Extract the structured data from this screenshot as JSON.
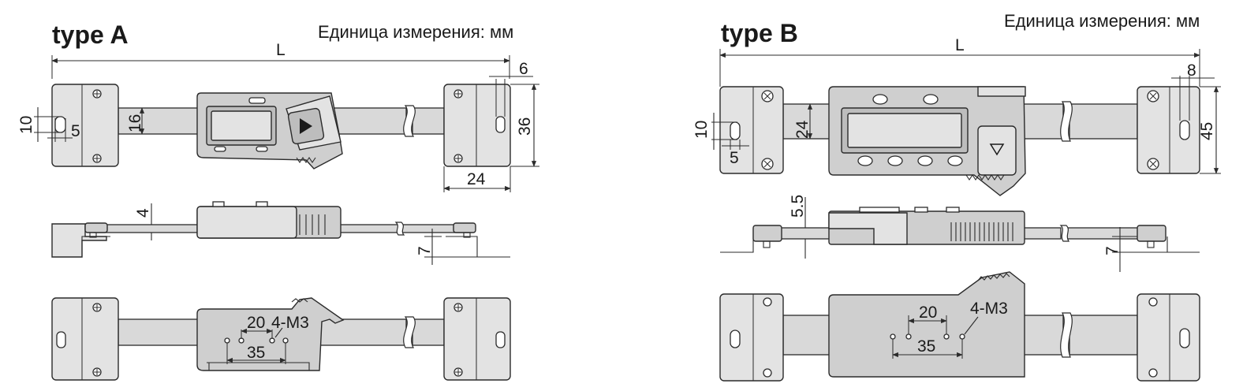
{
  "typeA": {
    "title": "type A",
    "unit": "Единица измерения: мм",
    "dims": {
      "length": "L",
      "d6": "6",
      "d10": "10",
      "d5": "5",
      "d16": "16",
      "d36": "36",
      "d24": "24",
      "d4": "4",
      "d7": "7",
      "d20": "20",
      "d35": "35",
      "holes": "4-M3"
    }
  },
  "typeB": {
    "title": "type B",
    "unit": "Единица измерения: мм",
    "dims": {
      "length": "L",
      "d8": "8",
      "d10": "10",
      "d5": "5",
      "d24": "24",
      "d45": "45",
      "d55": "5.5",
      "d7": "7",
      "d20": "20",
      "d35": "35",
      "holes": "4-M3"
    }
  },
  "icons": [
    "screw-icon",
    "arrow-button-icon",
    "slot-hole-icon"
  ]
}
